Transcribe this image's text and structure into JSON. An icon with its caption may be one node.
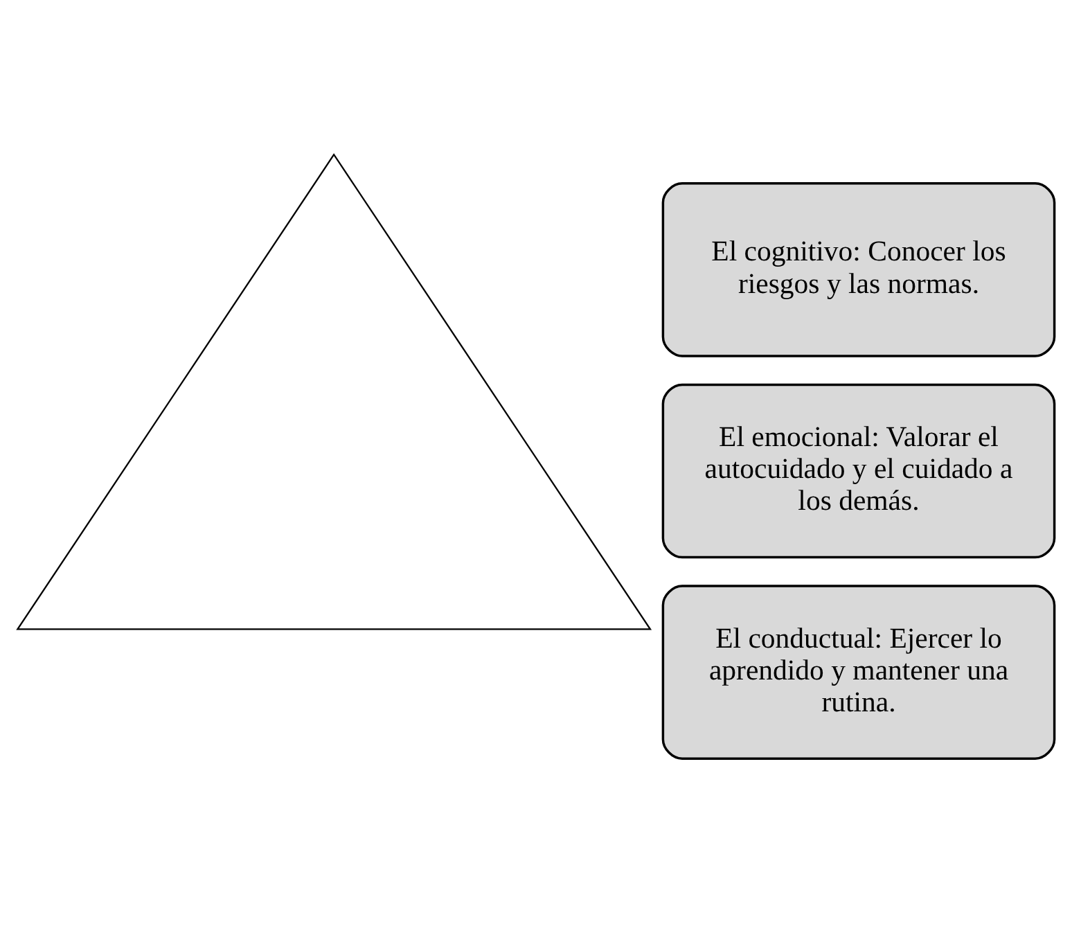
{
  "diagram": {
    "nodes": [
      {
        "text": [],
        "shape": "triangle"
      },
      {
        "text": [
          "El cognitivo: Conocer los riesgos y las normas."
        ]
      },
      {
        "text": [
          "El emocional: Valorar el autocuidado y el cuidado a los demás."
        ]
      },
      {
        "text": [
          "El conductual: Ejercer lo aprendido y mantener una rutina."
        ]
      }
    ]
  }
}
